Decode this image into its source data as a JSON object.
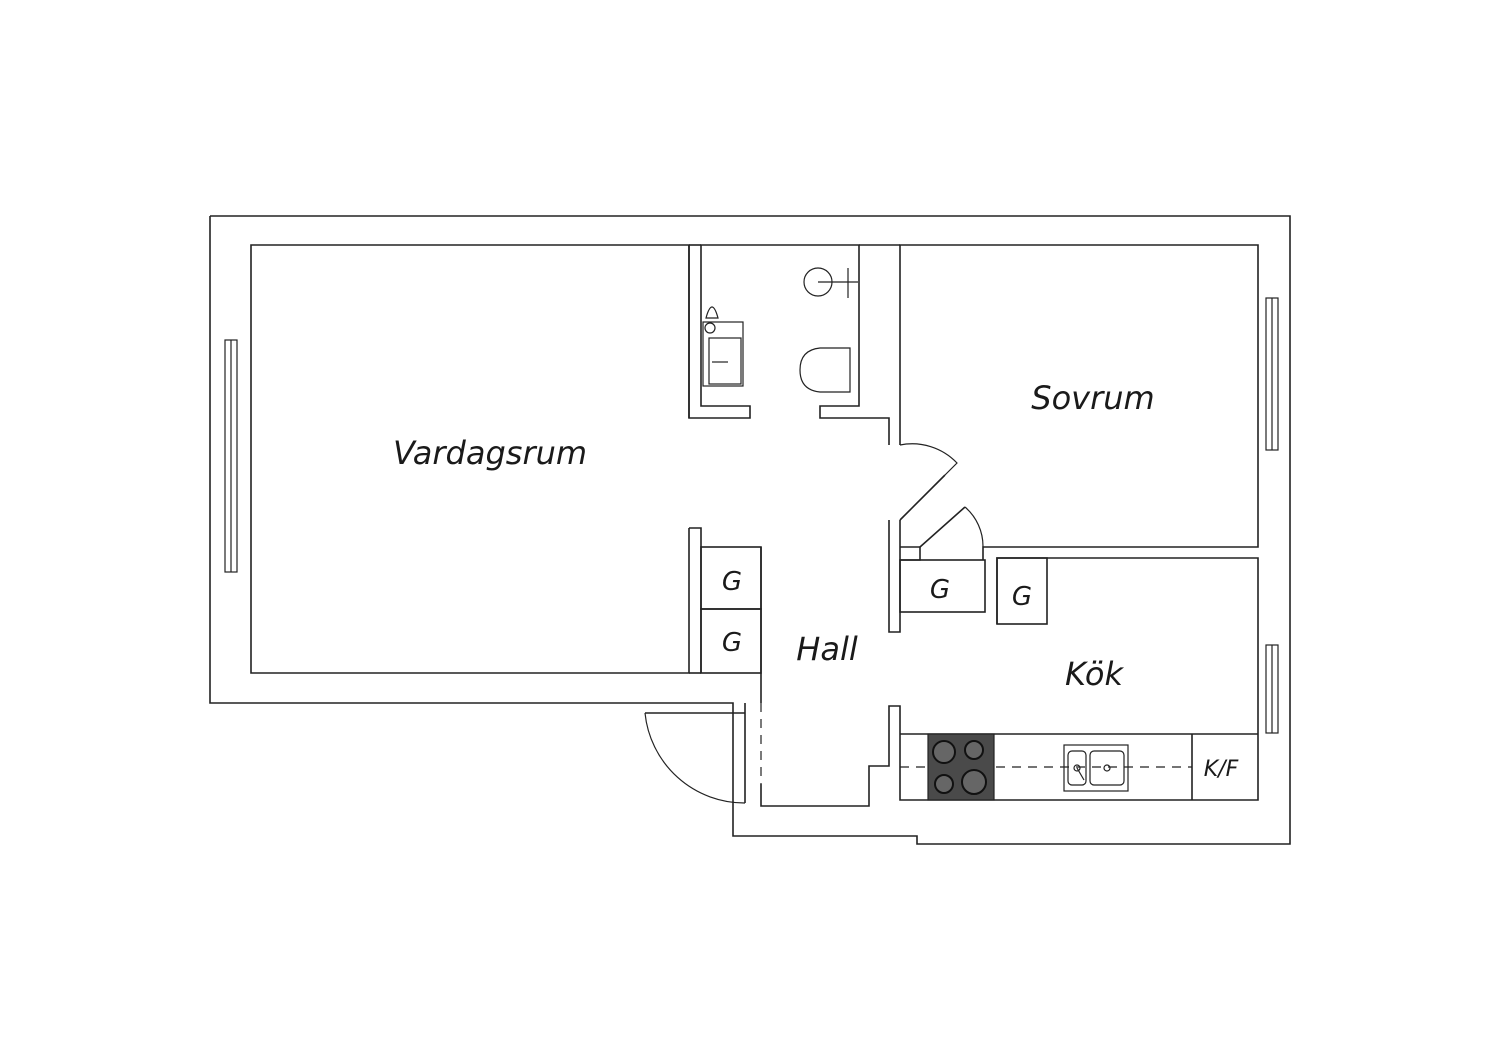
{
  "rooms": {
    "living_room": "Vardagsrum",
    "bedroom": "Sovrum",
    "hall": "Hall",
    "kitchen": "Kök"
  },
  "wardrobes": {
    "hall_left_upper": "G",
    "hall_left_lower": "G",
    "hall_right": "G",
    "kitchen": "G"
  },
  "appliances": {
    "fridge_freezer": "K/F"
  },
  "colors": {
    "walls": "#222222",
    "background": "#ffffff",
    "stove": "#4a4a4a"
  }
}
